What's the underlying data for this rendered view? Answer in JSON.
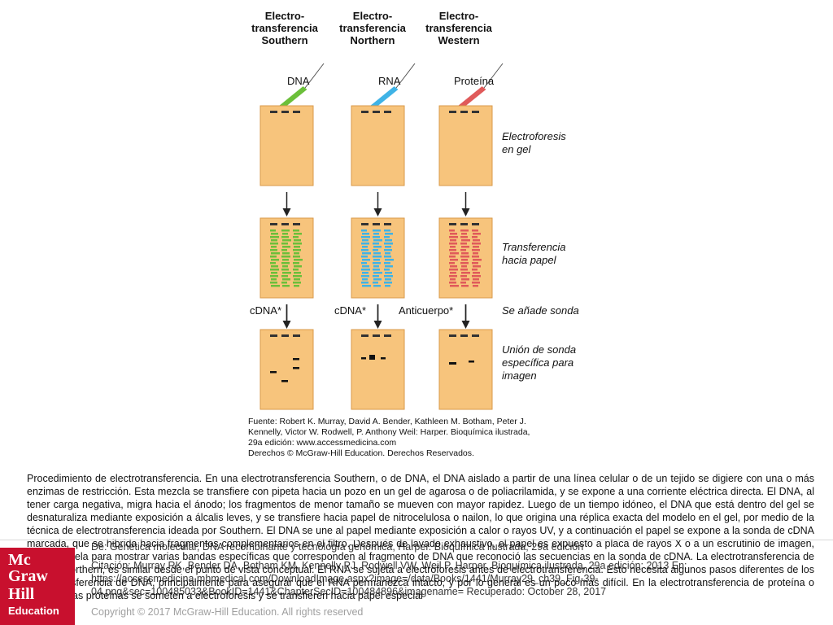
{
  "figure": {
    "columns": [
      {
        "title_l1": "Electro-",
        "title_l2": "transferencia",
        "title_l3": "Southern",
        "molecule": "DNA",
        "probe": "cDNA*",
        "color": "#6bbf3a"
      },
      {
        "title_l1": "Electro-",
        "title_l2": "transferencia",
        "title_l3": "Northern",
        "molecule": "RNA",
        "probe": "cDNA*",
        "color": "#3fb3e6"
      },
      {
        "title_l1": "Electro-",
        "title_l2": "transferencia",
        "title_l3": "Western",
        "molecule": "Proteína",
        "probe": "Anticuerpo*",
        "color": "#e05a5a"
      }
    ],
    "steps": {
      "gel_l1": "Electroforesis",
      "gel_l2": "en gel",
      "transfer_l1": "Transferencia",
      "transfer_l2": "hacia papel",
      "probe": "Se añade sonda",
      "bind_l1": "Unión de sonda",
      "bind_l2": "específica para",
      "bind_l3": "imagen"
    },
    "source_l1": "Fuente: Robert K. Murray, David A. Bender, Kathleen M. Botham, Peter J.",
    "source_l2": "Kennelly, Victor W. Rodwell, P. Anthony Weil: Harper. Bioquímica ilustrada,",
    "source_l3": "29a edición: www.accessmedicina.com",
    "source_l4": "Derechos © McGraw-Hill Education. Derechos Reservados.",
    "gel_color": "#f7c47c",
    "gel_border": "#d89a4a"
  },
  "caption": "Procedimiento de electrotransferencia. En una electrotransferencia Southern, o de DNA, el DNA aislado a partir de una línea celular o de un tejido se digiere con una o más enzimas de restricción. Esta mezcla se transfiere con pipeta hacia un pozo en un gel de agarosa o de poliacrilamida, y se expone a una corriente eléctrica directa. El DNA, al tener carga negativa, migra hacia el ánodo; los fragmentos de menor tamaño se mueven con mayor rapidez. Luego de un tiempo idóneo, el DNA que está dentro del gel se desnaturaliza mediante exposición a álcalis leves, y se transfiere hacia papel de nitrocelulosa o nailon, lo que origina una réplica exacta del modelo en el gel, por medio de la técnica de electrotransferencia ideada por Southern. El DNA se une al papel mediante exposición a calor o rayos UV, y a continuación el papel se expone a la sonda de cDNA marcada, que se hibrida hacia fragmentos complementarios en el filtro. Después de lavado exhaustivo, el papel es expuesto a placa de rayos X o a un escrutinio de imagen, que se revela para mostrar varias bandas específicas que corresponden al fragmento de DNA que reconoció las secuencias en la sonda de cDNA. La electrotransferencia de RNA, o Northern, es similar desde el punto de vista conceptual. El RNA se sujeta a electroforesis antes de electrotransferencia. Esto necesita algunos pasos diferentes de los de la transferencia de DNA, principalmente para asegurar que el RNA permanezca intacto, y por lo general es un poco más difícil. En la electrotransferencia de proteína o Western, las proteínas se someten a electroforesis y se transfieren hacia papel especial",
  "overlay": {
    "from": "De: Genética molecular, DNA recombinante y tecnología genómica, Harper. Bioquímica ilustrada, 29a edición",
    "citation": "Citación: Murray RK, Bender DA, Botham KM, Kennelly PJ, Rodwell VW, Weil P. Harper. Bioquímica ilustrada, 29a edición; 2013 En: https://accessmedicina.mhmedical.com/DownloadImage.aspx?image=/data/Books/1441/Murray29_ch39_Fig-39-04.png&sec=100485033&BookID=1441&ChapterSecID=100484896&imagename= Recuperado: October 28, 2017",
    "copyright": "Copyright © 2017 McGraw-Hill Education. All rights reserved"
  },
  "logo": {
    "l1": "Mc",
    "l2": "Graw",
    "l3": "Hill",
    "l4": "Education"
  }
}
